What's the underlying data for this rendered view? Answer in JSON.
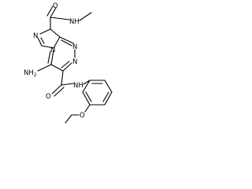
{
  "labels": {
    "n_imidazole": "N",
    "o_carbonyl_top": "O",
    "nh_methylamide": "NH",
    "n_bridgehead": "N",
    "n_triazine_a": "N",
    "n_triazine_b": "N",
    "nh2": "NH",
    "nh2_subscript": "2",
    "nh_anilide": "NH",
    "o_carbonyl_bottom": "O",
    "o_ether": "O"
  },
  "colors": {
    "bond": "#000000",
    "label": "#000000",
    "background": "#ffffff"
  }
}
